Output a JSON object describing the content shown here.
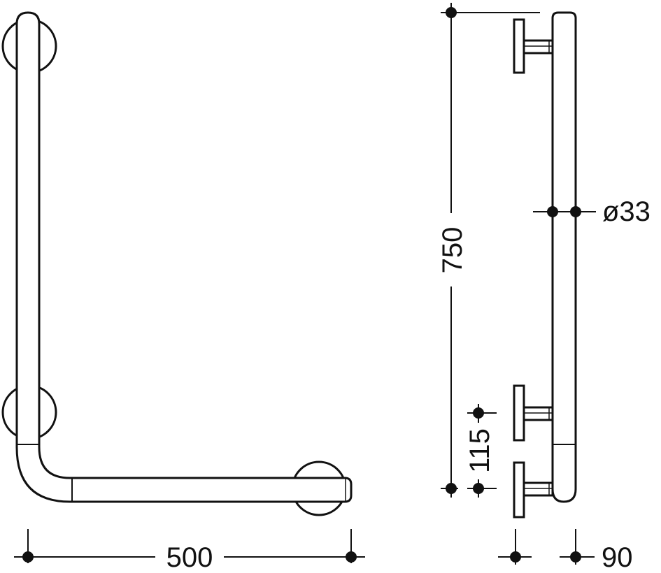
{
  "dimensions": {
    "width_label": "500",
    "height_label": "750",
    "diameter_label": "ø33",
    "offset_label": "115",
    "depth_label": "90"
  }
}
